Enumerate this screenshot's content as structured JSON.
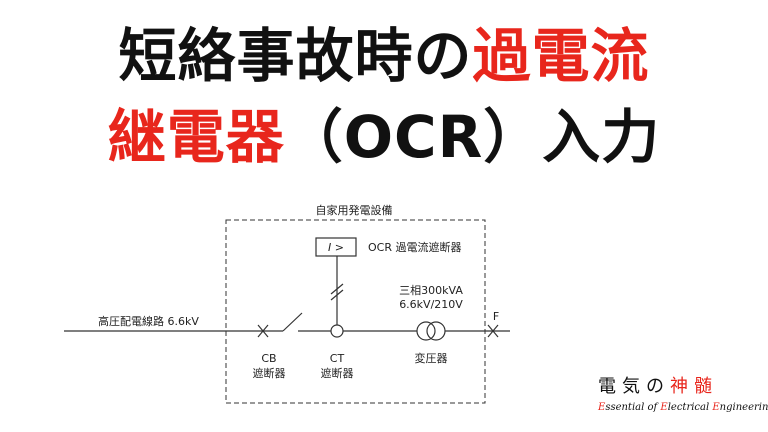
{
  "title": {
    "line1": {
      "black": "短絡事故時の",
      "red": "過電流"
    },
    "line2": {
      "red": "継電器",
      "black": "（OCR）入力"
    }
  },
  "diagram": {
    "enclosure_label": "自家用発電設備",
    "relay_symbol": "I >",
    "relay_label": "OCR 過電流遮断器",
    "transformer_rating_line1": "三相300kVA",
    "transformer_rating_line2": "6.6kV/210V",
    "line_label": "高圧配電線路 6.6kV",
    "fault_label": "F",
    "cb_label_line1": "CB",
    "cb_label_line2": "遮断器",
    "ct_label_line1": "CT",
    "ct_label_line2": "遮断器",
    "transformer_label": "変圧器"
  },
  "brand": {
    "jp_part1": "電気の",
    "jp_part2": "神髄",
    "en_E1": "E",
    "en_1": "ssential of ",
    "en_E2": "E",
    "en_2": "lectrical ",
    "en_E3": "E",
    "en_3": "ngineering"
  },
  "colors": {
    "accent": "#e8261c",
    "text": "#111111"
  }
}
